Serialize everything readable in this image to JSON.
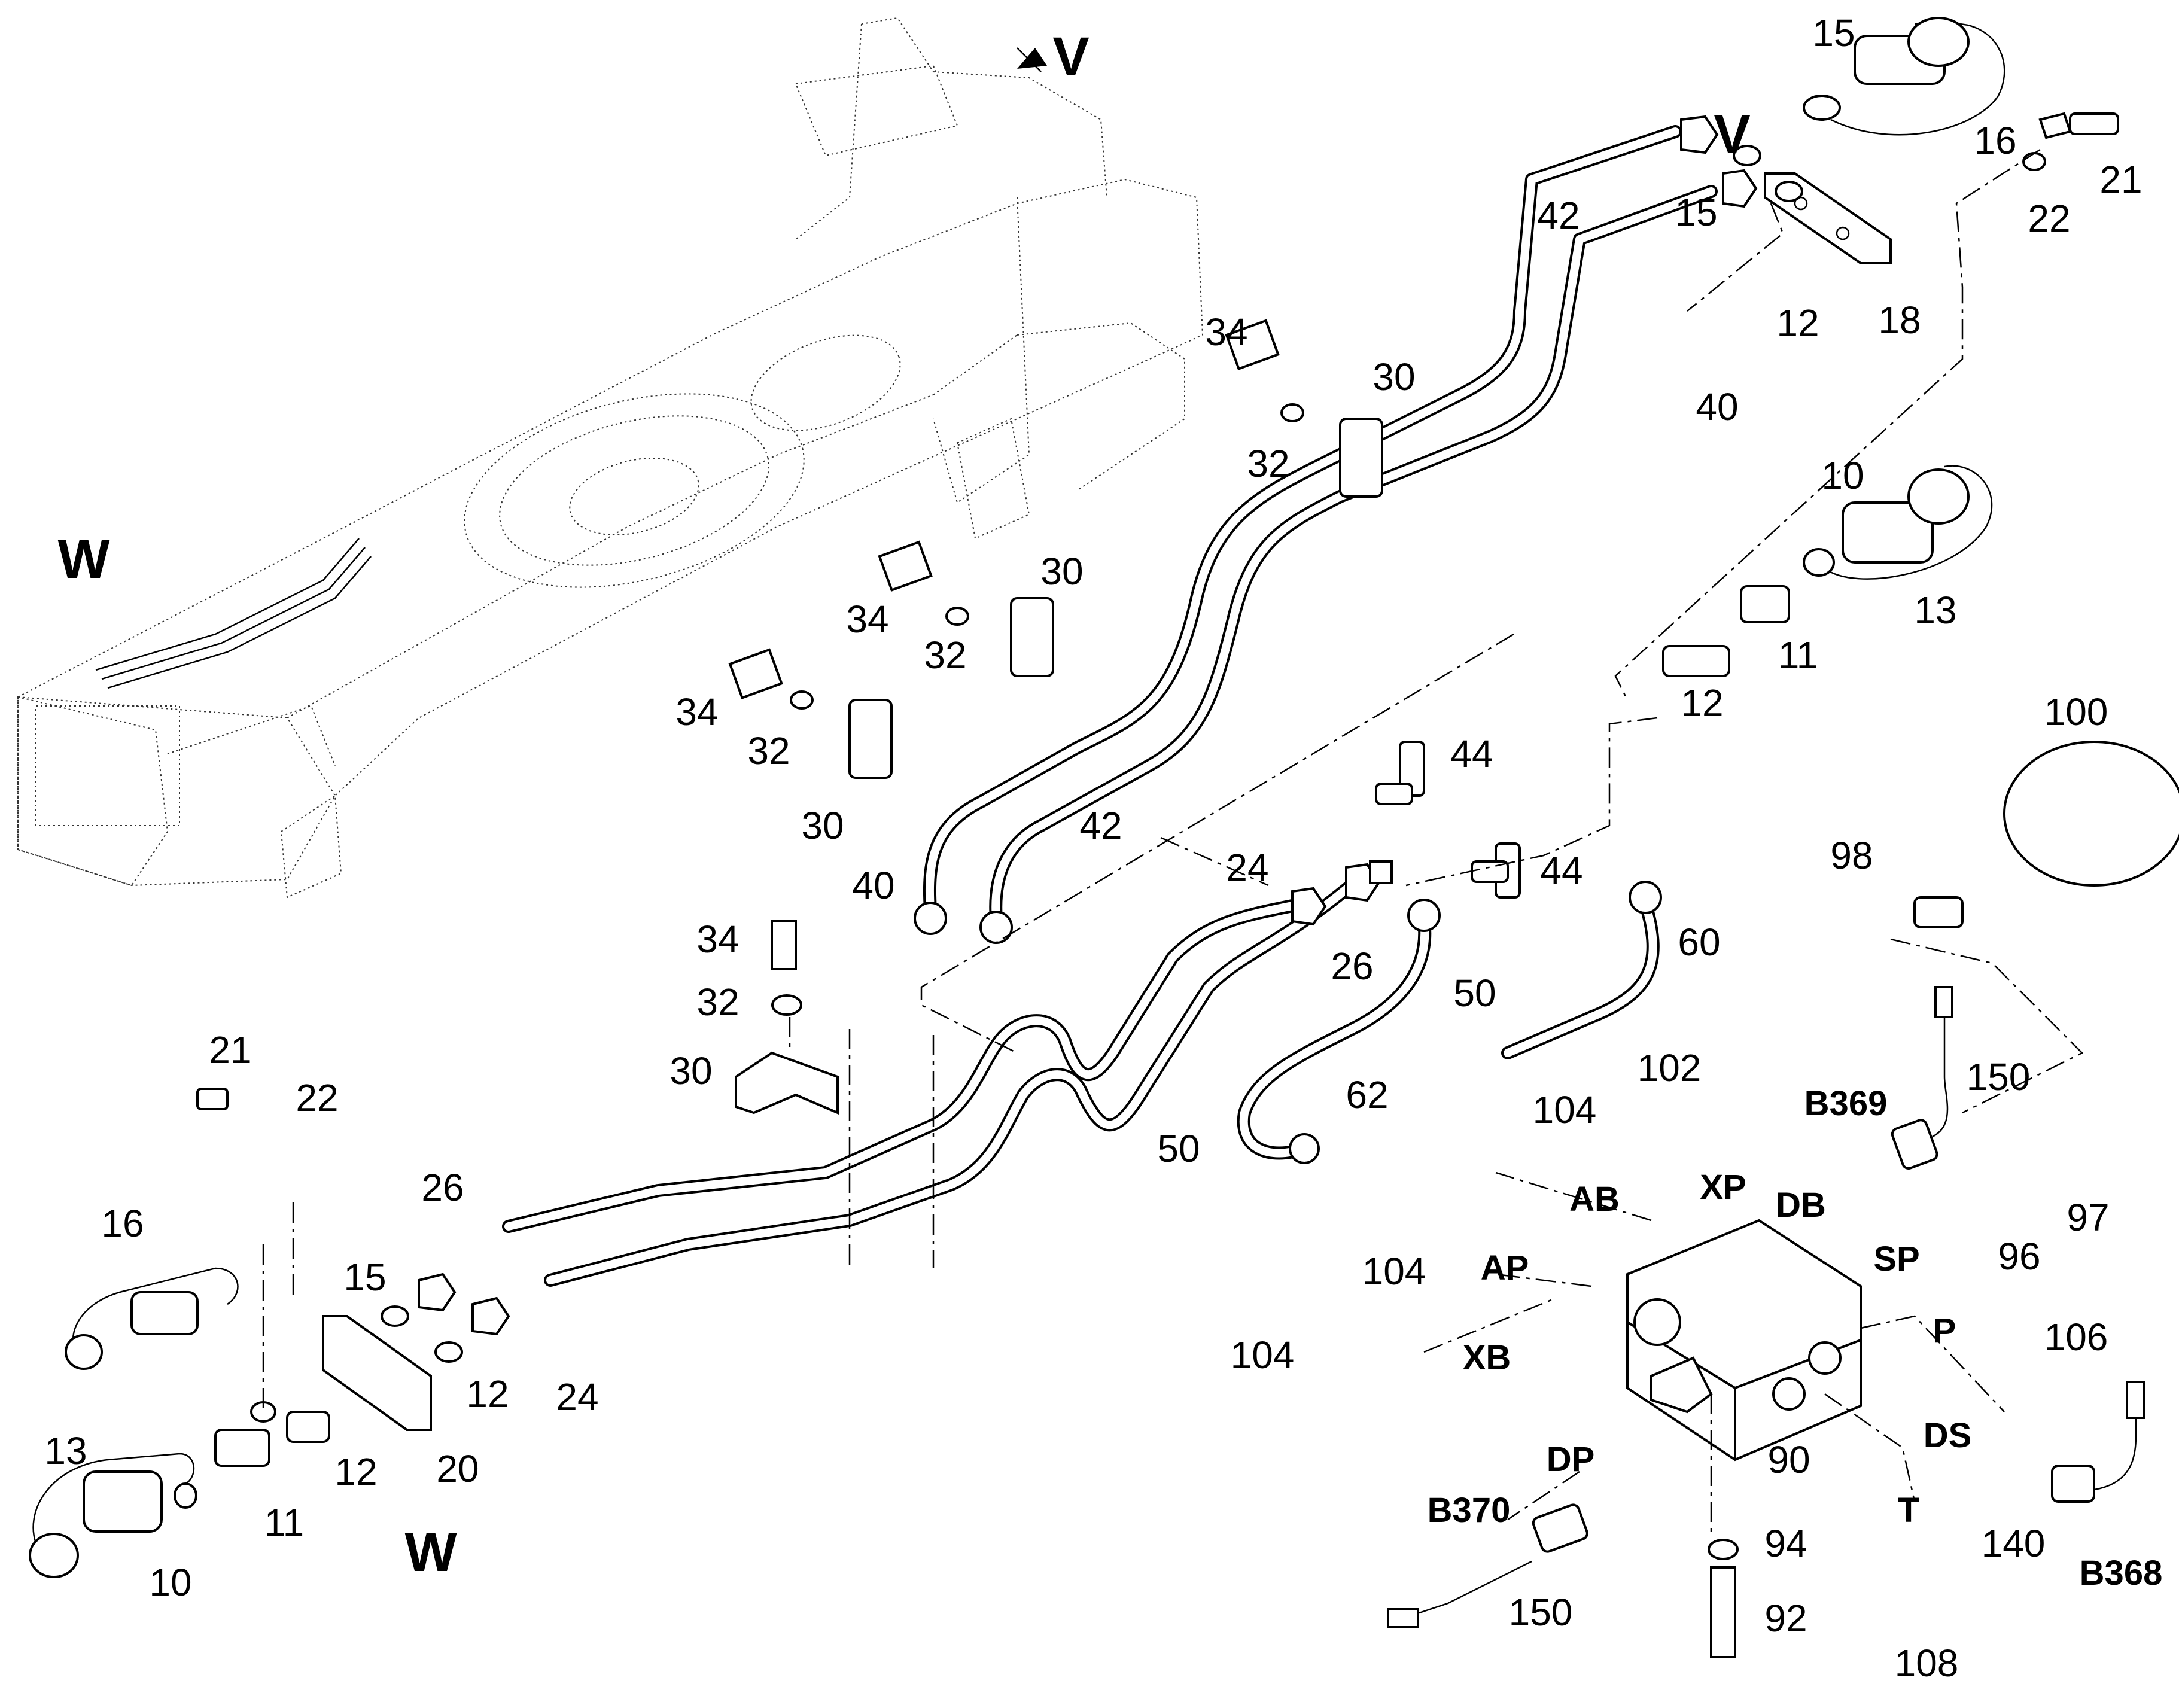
{
  "views": [
    "V",
    "V",
    "W",
    "W"
  ],
  "parts": [
    "15",
    "16",
    "21",
    "22",
    "V",
    "42",
    "15",
    "12",
    "18",
    "40",
    "34",
    "30",
    "32",
    "10",
    "30",
    "34",
    "32",
    "13",
    "11",
    "34",
    "32",
    "12",
    "100",
    "30",
    "44",
    "42",
    "40",
    "44",
    "24",
    "98",
    "26",
    "60",
    "34",
    "50",
    "32",
    "30",
    "102",
    "62",
    "104",
    "150",
    "B369",
    "21",
    "22",
    "AB",
    "XP",
    "DB",
    "50",
    "26",
    "97",
    "16",
    "AP",
    "SP",
    "96",
    "104",
    "15",
    "12",
    "24",
    "P",
    "106",
    "XB",
    "104",
    "13",
    "20",
    "DP",
    "90",
    "DS",
    "12",
    "11",
    "T",
    "140",
    "B370",
    "94",
    "B368",
    "10",
    "150",
    "92",
    "108"
  ],
  "ports": [
    "AB",
    "XP",
    "DB",
    "AP",
    "SP",
    "XB",
    "P",
    "DP",
    "DS",
    "T"
  ],
  "sensors": [
    "B369",
    "B370",
    "B368"
  ]
}
